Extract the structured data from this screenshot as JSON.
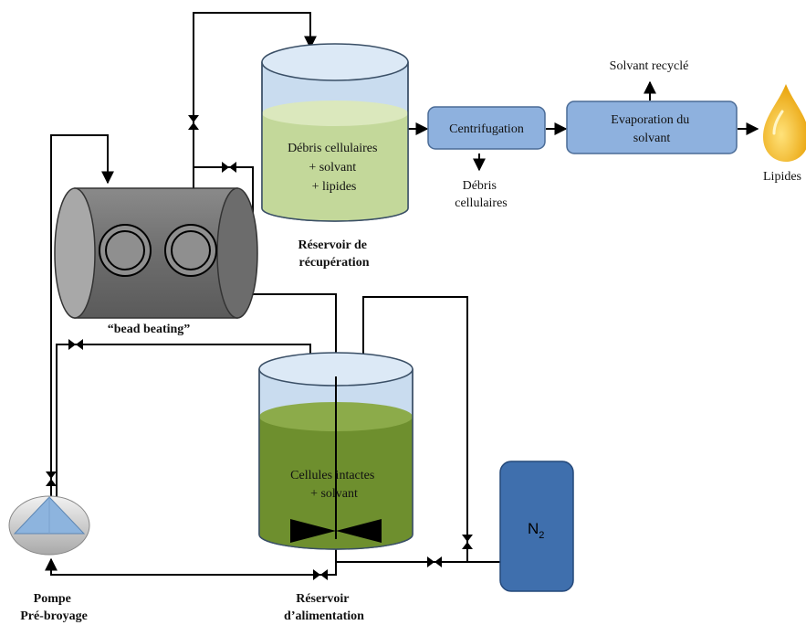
{
  "colors": {
    "pipe": "#000000",
    "tank_glass": "#c9dcef",
    "tank_rim": "#dce9f6",
    "recovery_liquid": "#c3d89a",
    "recovery_liquid_top": "#dbe8bd",
    "feed_liquid": "#6e8f2e",
    "feed_liquid_top": "#8cab4a",
    "process_box": "#8eb1de",
    "process_box_stroke": "#4a6b96",
    "n2_fill": "#3f6fad",
    "n2_stroke": "#24487a",
    "bead_body": "#7c7c7c",
    "bead_face": "#a8a8a8",
    "lipid_drop": "#f2b100",
    "pump_body": "#d0d0d0",
    "pump_triangle": "#8db4de"
  },
  "labels": {
    "recovery_contents": [
      "Débris cellulaires",
      "+ solvant",
      "+ lipides"
    ],
    "recovery_tank": [
      "Réservoir de",
      "récupération"
    ],
    "centrifugation": "Centrifugation",
    "evaporation": [
      "Evaporation du",
      "solvant"
    ],
    "recycled_solvent": "Solvant recyclé",
    "lipids": "Lipides",
    "debris": [
      "Débris",
      "cellulaires"
    ],
    "bead_beating": "“bead beating”",
    "feed_contents": [
      "Cellules intactes",
      "+ solvant"
    ],
    "feed_tank": [
      "Réservoir",
      "d’alimentation"
    ],
    "pump": [
      "Pompe",
      "Pré-broyage"
    ],
    "n2_main": "N",
    "n2_sub": "2"
  }
}
